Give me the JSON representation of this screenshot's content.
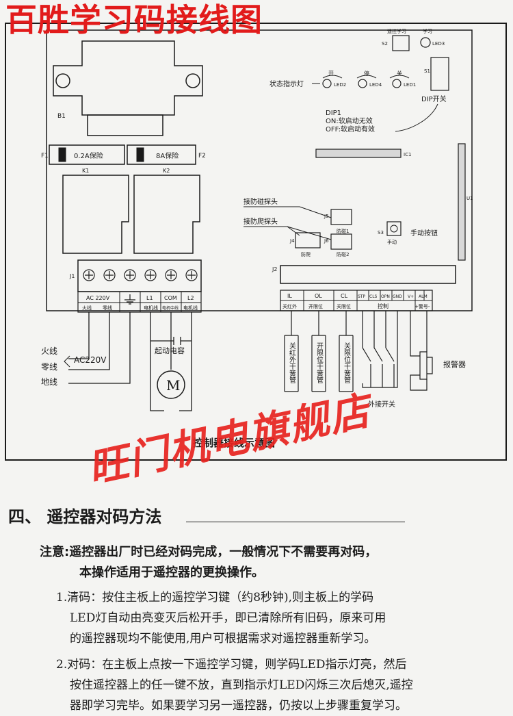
{
  "banner_title": "百胜学习码接线图",
  "watermark": "旺门机电旗舰店",
  "diagram": {
    "caption": "控制器接线示意图",
    "b1": "B1",
    "f1": "F1",
    "f2": "F2",
    "fuse1": "0.2A保险",
    "fuse2": "8A保险",
    "k1": "K1",
    "k2": "K2",
    "remote_learn": "遥控学习",
    "learn": "学习",
    "s2": "S2",
    "led3": "LED3",
    "s1": "S1",
    "status_led_label": "状态指示灯",
    "led_open": "开",
    "led_stop": "停",
    "led_close": "关",
    "led2": "LED2",
    "led4": "LED4",
    "led1": "LED1",
    "dip_switch": "DIP开关",
    "dip_title": "DIP1",
    "dip_on": "ON:软启动无效",
    "dip_off": "OFF:软启动有效",
    "ic1": "IC1",
    "u1": "U1",
    "anti_collision": "接防碰探头",
    "anti_climb": "接防爬探头",
    "j5": "J5",
    "j6": "J6",
    "j4": "J4",
    "fangpeng1": "防碰1",
    "fangpeng2": "防碰2",
    "fangpa": "防爬",
    "s3": "S3",
    "manual": "手动",
    "manual_button": "手动按钮",
    "j1": "J1",
    "j2": "J2",
    "ac220": "AC 220V",
    "live_short": "火线",
    "neutral_short": "零线",
    "l1": "L1",
    "com": "COM",
    "l2": "L2",
    "motor_wire": "电机线",
    "motor_mid": "电机中线",
    "il": "IL",
    "ol": "OL",
    "cl": "CL",
    "il_sub": "关红外",
    "ol_sub": "开限位",
    "cl_sub": "关限位",
    "stp": "STP",
    "cls": "CLS",
    "opn": "OPN",
    "gnd": "GND",
    "v_plus": "V+",
    "alm": "ALM",
    "control": "控制",
    "alarm_sig": "+警号-",
    "wire_live": "火线",
    "wire_neutral": "零线",
    "ac220v": "AC220V",
    "ground": "地线",
    "start_cap": "起动电容",
    "motor": "M",
    "vert1": "关红外干簧管",
    "vert2": "开限位干簧管",
    "vert3": "关限位干簧管",
    "ext_switch": "外接开关",
    "alarm": "报警器"
  },
  "section": {
    "title": "四、 遥控器对码方法",
    "note_line1": "注意:遥控器出厂时已经对码完成，一般情况下不需要再对码，",
    "note_line2": "本操作适用于遥控器的更换操作。"
  },
  "steps": [
    {
      "line1": "1.清码：按住主板上的遥控学习键（约8秒钟),则主板上的学码",
      "line2": "LED灯自动由亮变灭后松开手，即已清除所有旧码，原来可用",
      "line3": "的遥控器现均不能使用,用户可根据需求对遥控器重新学习。"
    },
    {
      "line1": "2.对码：在主板上点按一下遥控学习键，则学码LED指示灯亮，然后",
      "line2": "按住遥控器上的任一键不放，直到指示灯LED闪烁三次后熄灭,遥控",
      "line3": "器即学习完毕。如果要学习另一遥控器，仍按以上步骤重复学习。"
    }
  ]
}
